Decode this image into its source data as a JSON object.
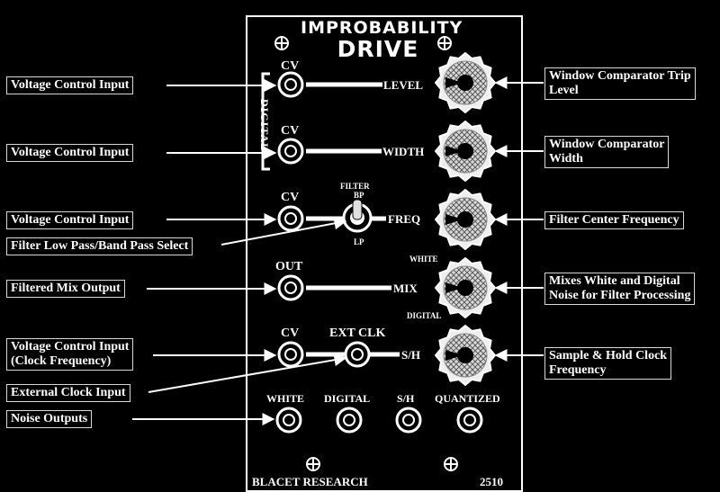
{
  "module": {
    "title_line1": "IMPROBABILITY",
    "title_line2": "DRIVE",
    "brand": "BLACET RESEARCH",
    "model": "2510"
  },
  "panel_labels": {
    "cv1": "CV",
    "cv2": "CV",
    "cv3": "CV",
    "cv5": "CV",
    "out": "OUT",
    "ext_clk": "EXT CLK",
    "digital_bracket": "DIGITAL",
    "filter": "FILTER",
    "bp": "BP",
    "lp": "LP",
    "level": "LEVEL",
    "width": "WIDTH",
    "freq": "FREQ",
    "mix": "MIX",
    "sh": "S/H",
    "white_mix": "WHITE",
    "digital_mix": "DIGITAL",
    "out_white": "WHITE",
    "out_digital": "DIGITAL",
    "out_sh": "S/H",
    "out_quantized": "QUANTIZED"
  },
  "callouts_left": {
    "vc1": "Voltage Control Input",
    "vc2": "Voltage Control Input",
    "vc3": "Voltage Control Input",
    "filter_select": "Filter Low Pass/Band Pass Select",
    "filtered_mix": "Filtered Mix Output",
    "vc_clock_line1": "Voltage Control Input",
    "vc_clock_line2": "(Clock Frequency)",
    "ext_clock": "External Clock Input",
    "noise_outputs": "Noise Outputs"
  },
  "callouts_right": {
    "trip_line1": "Window Comparator Trip",
    "trip_line2": "Level",
    "width_line1": "Window Comparator",
    "width_line2": "Width",
    "filter_freq": "Filter Center Frequency",
    "mix_line1": "Mixes White and Digital",
    "mix_line2": "Noise for Filter Processing",
    "sh_line1": "Sample & Hold Clock",
    "sh_line2": "Frequency"
  }
}
